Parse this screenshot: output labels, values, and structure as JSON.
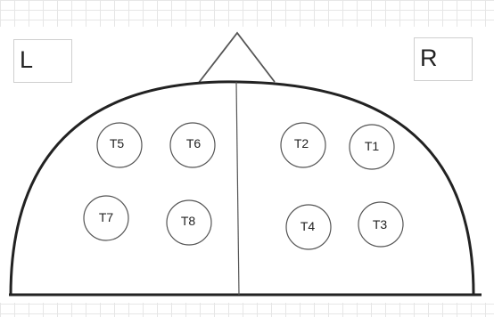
{
  "side_labels": {
    "left": "L",
    "right": "R"
  },
  "electrodes": [
    "T5",
    "T6",
    "T2",
    "T1",
    "T7",
    "T8",
    "T4",
    "T3"
  ],
  "colors": {
    "outline": "#222222",
    "midline": "#555555",
    "circle_stroke": "#555555",
    "grid": "#e6e6e6"
  }
}
